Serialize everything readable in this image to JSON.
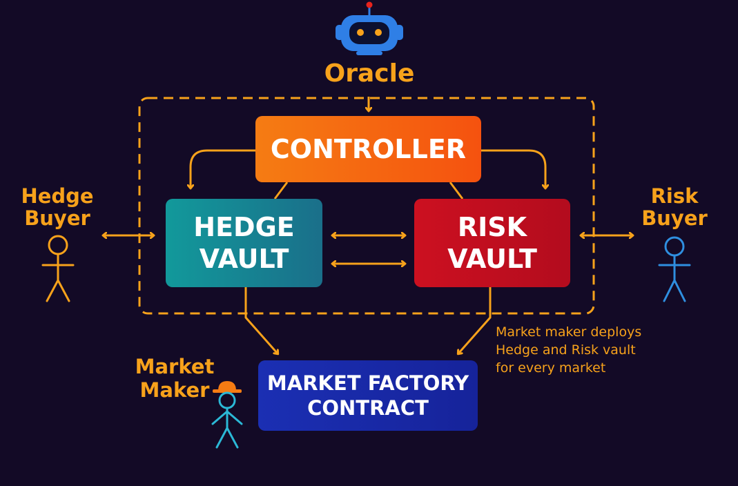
{
  "oracle": {
    "label": "Oracle"
  },
  "controller": {
    "label": "CONTROLLER"
  },
  "hedge_vault": {
    "line1": "HEDGE",
    "line2": "VAULT"
  },
  "risk_vault": {
    "line1": "RISK",
    "line2": "VAULT"
  },
  "market_factory": {
    "line1": "MARKET FACTORY",
    "line2": "CONTRACT"
  },
  "hedge_buyer": {
    "line1": "Hedge",
    "line2": "Buyer"
  },
  "risk_buyer": {
    "line1": "Risk",
    "line2": "Buyer"
  },
  "market_maker": {
    "line1": "Market",
    "line2": "Maker"
  },
  "note": {
    "line1": "Market maker deploys",
    "line2": "Hedge and Risk vault",
    "line3": "for every market"
  },
  "icons": {
    "oracle": "robot-icon",
    "hedge_buyer": "person-icon",
    "risk_buyer": "person-icon",
    "market_maker": "person-with-hat-icon"
  },
  "colors": {
    "background": "#130a26",
    "accent": "#f7a21b",
    "controller": "#f5650f",
    "hedge_vault": "#12999b",
    "risk_vault": "#cc1020",
    "factory": "#1b2fb3",
    "risk_buyer": "#2f8fe0",
    "market_maker": "#2bb8d6"
  }
}
